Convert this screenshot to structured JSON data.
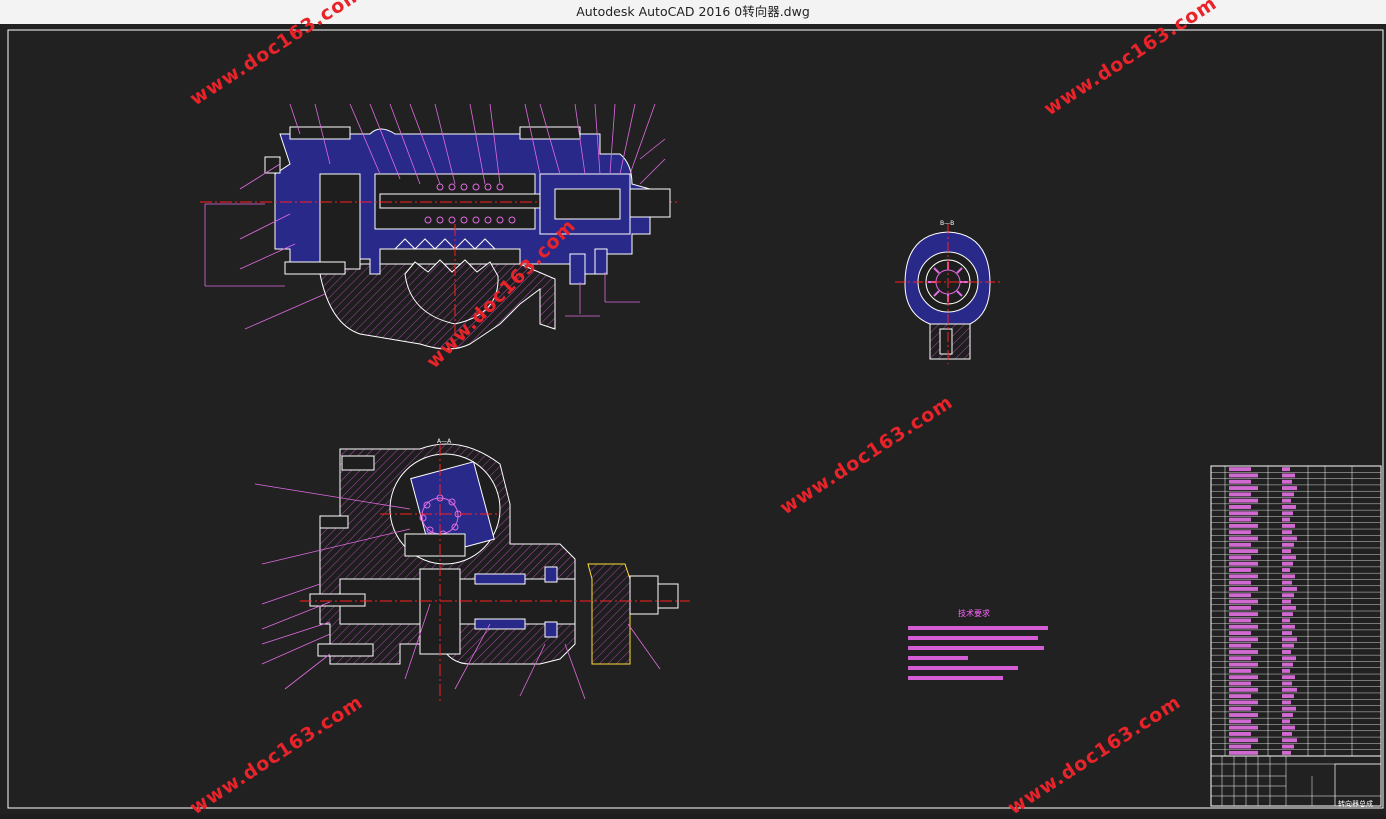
{
  "window": {
    "title": "Autodesk AutoCAD 2016     0转向器.dwg"
  },
  "drawing": {
    "section_view_label": "A—A",
    "detail_view_label": "B—B",
    "technical_requirements_title": "技术要求",
    "title_block_name": "转向器总成",
    "watermark": "www.doc163.com"
  },
  "colors": {
    "canvas": "#212121",
    "outline": "#ffffff",
    "fill": "#2a2a8a",
    "hatch": "#b04ab0",
    "centerline": "#ff2020",
    "leader": "#e06be0",
    "watermark": "#e8232a"
  }
}
